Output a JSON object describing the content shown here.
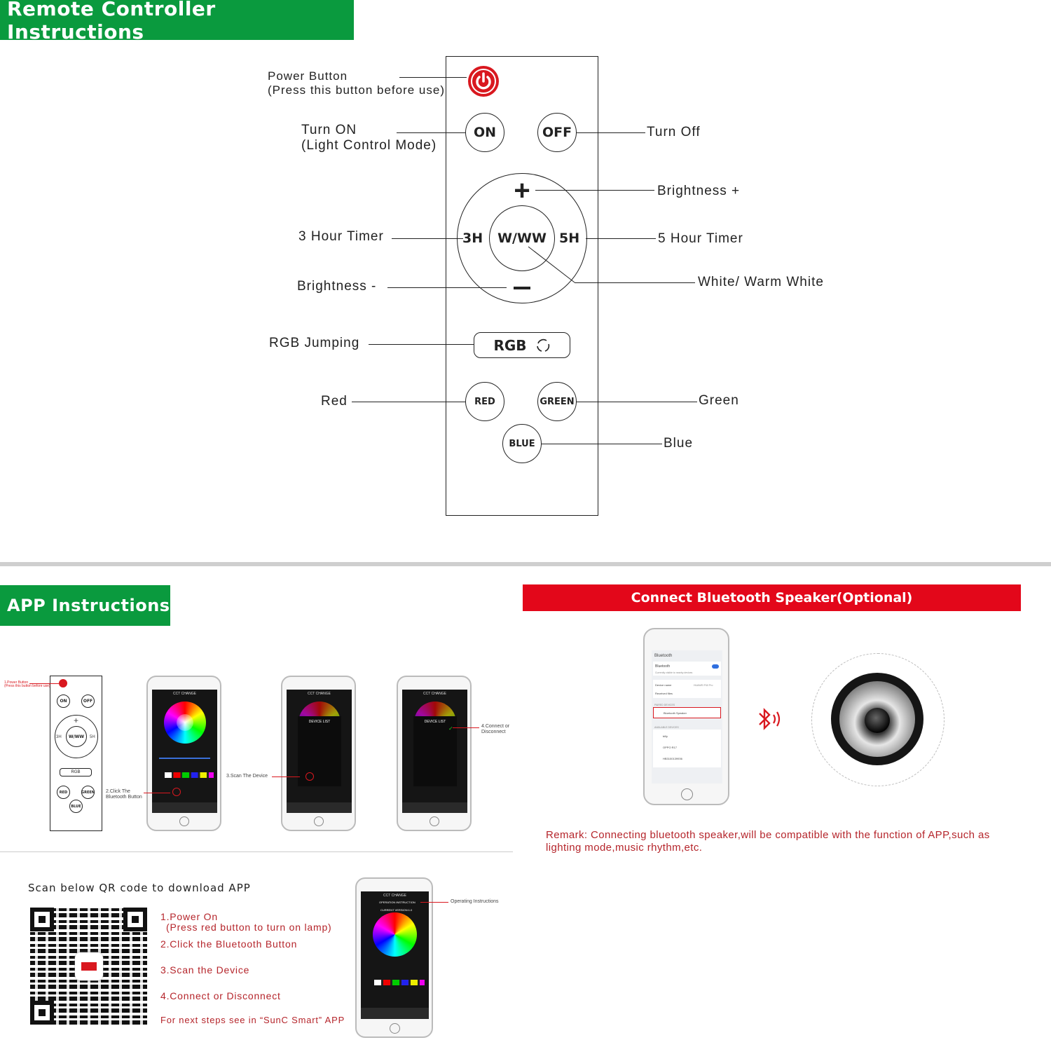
{
  "header": {
    "title": "Remote Controller Instructions"
  },
  "remote": {
    "buttons": {
      "on": "ON",
      "off": "OFF",
      "plus": "+",
      "minus": "−",
      "h3": "3H",
      "www": "W/WW",
      "h5": "5H",
      "rgb": "RGB",
      "red": "RED",
      "green": "GREEN",
      "blue": "BLUE"
    },
    "labels": {
      "power": "Power Button",
      "power_sub": "(Press this button before use)",
      "turn_on": "Turn ON",
      "turn_on_sub": "(Light Control Mode)",
      "turn_off": "Turn Off",
      "brightness_plus": "Brightness +",
      "timer3": "3 Hour Timer",
      "timer5": "5 Hour Timer",
      "brightness_minus": "Brightness -",
      "white_warm": "White/ Warm White",
      "rgb_jumping": "RGB Jumping",
      "red": "Red",
      "green": "Green",
      "blue": "Blue"
    }
  },
  "app": {
    "title": "APP Instructions",
    "mini_remote": {
      "power": "1.Power Button",
      "power_sub": "(Press this button before use)",
      "click_bt": "2.Click The",
      "click_bt_sub": "Bluetooth Button"
    },
    "phone_header": "CCT CHANGE",
    "device_list": "DEVICE LIST",
    "scan_label": "3.Scan The Device",
    "connect_label": "4.Connect or",
    "connect_label_sub": "Disconnect",
    "qr_title": "Scan below QR code to download APP",
    "steps": {
      "s1": "1.Power On",
      "s1_sub": "(Press red button to turn on lamp)",
      "s2": "2.Click the Bluetooth Button",
      "s3": "3.Scan the Device",
      "s4": "4.Connect or Disconnect",
      "s5": "For next steps see in “SunC Smart” APP"
    },
    "operating": "Operating Instructions",
    "operation_header": "OPERATION INSTRUCTION",
    "current_version": "CURRENT VERSION:1.0"
  },
  "bluetooth": {
    "title": "Connect Bluetooth Speaker(Optional)",
    "screen": {
      "title": "Bluetooth",
      "row1": "Bluetooth",
      "row1_sub": "Currently visible to nearby devices",
      "device_name": "Device name",
      "device_value": "HUAWEI P40 Pro",
      "received": "Received files",
      "paired": "PAIRED DEVICES",
      "speaker": "Bluetooth Speaker",
      "available": "AVAILABLE DEVICES",
      "dev1": "billy",
      "dev2": "OPPO R17",
      "dev3": "HB3100139936"
    },
    "remark": "Remark: Connecting bluetooth speaker,will be compatible with the function of APP,such as lighting mode,music rhythm,etc."
  },
  "colors": {
    "green": "#0a9a3e",
    "red": "#e3071a",
    "accent_text": "#b5252b",
    "power": "#d9181f"
  }
}
